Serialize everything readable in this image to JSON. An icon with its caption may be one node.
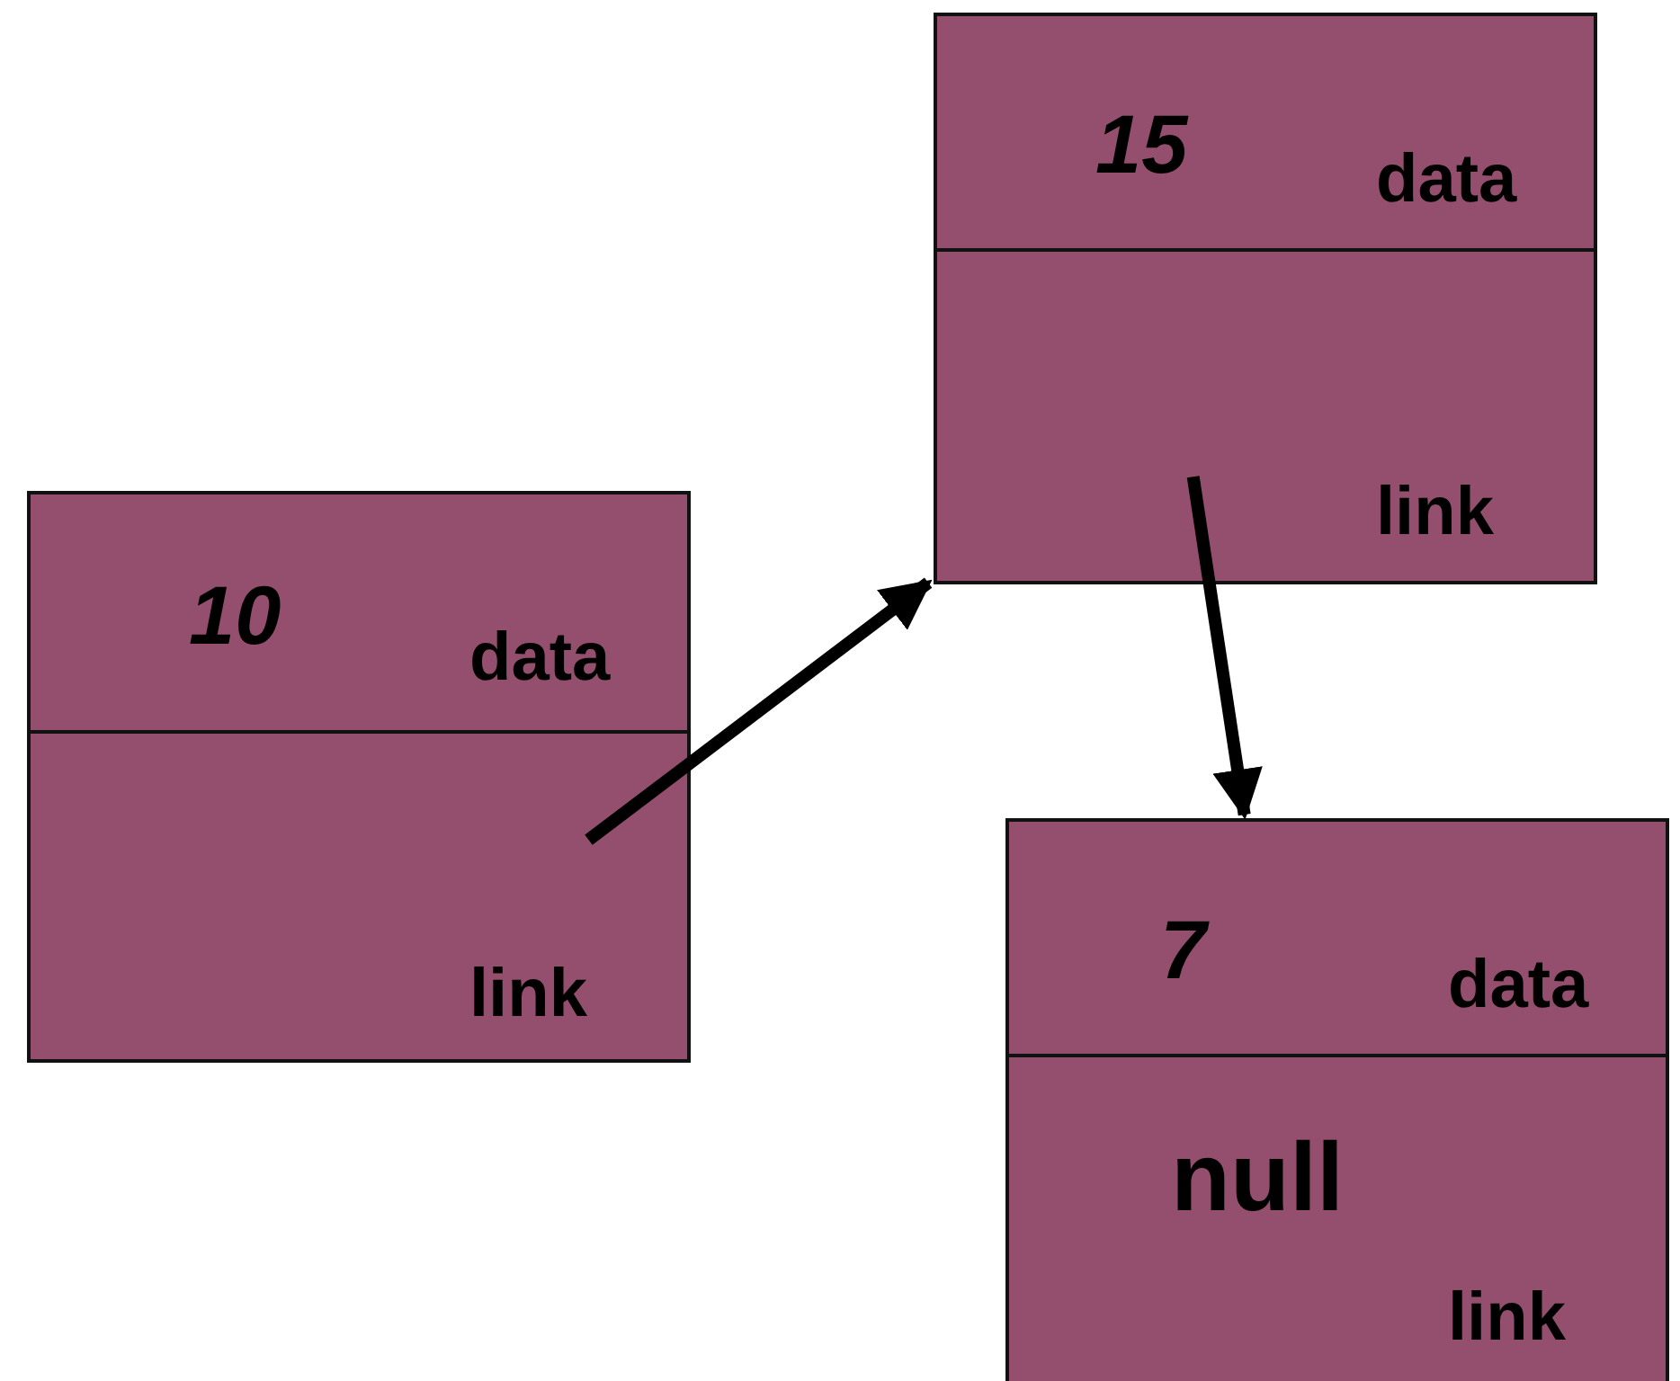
{
  "diagram": {
    "nodes": [
      {
        "text": [],
        "shape": "box"
      },
      {
        "text": [
          "10",
          "data"
        ],
        "in": 0
      },
      {
        "text": [
          "link"
        ],
        "in": 0
      },
      {
        "text": [],
        "shape": "box"
      },
      {
        "text": [
          "15",
          "data"
        ],
        "in": 3
      },
      {
        "text": [
          "link"
        ],
        "in": 3
      },
      {
        "text": [],
        "shape": "box"
      },
      {
        "text": [
          "7",
          "data"
        ],
        "in": 6
      },
      {
        "text": [
          "null",
          "link"
        ],
        "in": 6
      }
    ],
    "edges": [
      {
        "from": 2,
        "to": 3,
        "arrow": "to"
      },
      {
        "from": 5,
        "to": 6,
        "arrow": "to"
      }
    ]
  }
}
